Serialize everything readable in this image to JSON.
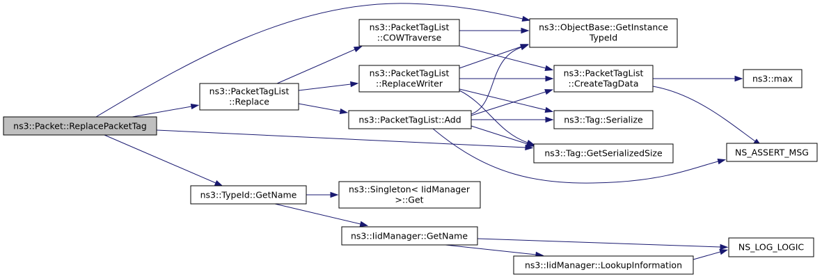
{
  "colors": {
    "node_fill": "#ffffff",
    "root_fill": "#bfbfbf",
    "node_border": "#000000",
    "edge": "#191970"
  },
  "nodes": {
    "replace_packet_tag": [
      "ns3::Packet::ReplacePacketTag"
    ],
    "ptl_replace": [
      "ns3::PacketTagList",
      "::Replace"
    ],
    "cow_traverse": [
      "ns3::PacketTagList",
      "::COWTraverse"
    ],
    "replace_writer": [
      "ns3::PacketTagList",
      "::ReplaceWriter"
    ],
    "ptl_add": [
      "ns3::PacketTagList::Add"
    ],
    "get_instance_typeid": [
      "ns3::ObjectBase::GetInstance",
      "TypeId"
    ],
    "create_tag_data": [
      "ns3::PacketTagList",
      "::CreateTagData"
    ],
    "tag_serialize": [
      "ns3::Tag::Serialize"
    ],
    "tag_get_serialized_size": [
      "ns3::Tag::GetSerializedSize"
    ],
    "ns3_max": [
      "ns3::max"
    ],
    "ns_assert_msg": [
      "NS_ASSERT_MSG"
    ],
    "typeid_get_name": [
      "ns3::TypeId::GetName"
    ],
    "singleton_get": [
      "ns3::Singleton< IidManager",
      ">::Get"
    ],
    "iidmanager_get_name": [
      "ns3::IidManager::GetName"
    ],
    "lookup_information": [
      "ns3::IidManager::LookupInformation"
    ],
    "ns_log_logic": [
      "NS_LOG_LOGIC"
    ]
  },
  "edges": [
    [
      "replace_packet_tag",
      "get_instance_typeid"
    ],
    [
      "replace_packet_tag",
      "ptl_replace"
    ],
    [
      "replace_packet_tag",
      "tag_get_serialized_size"
    ],
    [
      "replace_packet_tag",
      "typeid_get_name"
    ],
    [
      "ptl_replace",
      "cow_traverse"
    ],
    [
      "ptl_replace",
      "replace_writer"
    ],
    [
      "ptl_replace",
      "ptl_add"
    ],
    [
      "cow_traverse",
      "get_instance_typeid"
    ],
    [
      "cow_traverse",
      "create_tag_data"
    ],
    [
      "replace_writer",
      "get_instance_typeid"
    ],
    [
      "replace_writer",
      "create_tag_data"
    ],
    [
      "replace_writer",
      "tag_serialize"
    ],
    [
      "replace_writer",
      "tag_get_serialized_size"
    ],
    [
      "ptl_add",
      "get_instance_typeid"
    ],
    [
      "ptl_add",
      "create_tag_data"
    ],
    [
      "ptl_add",
      "tag_serialize"
    ],
    [
      "ptl_add",
      "tag_get_serialized_size"
    ],
    [
      "ptl_add",
      "ns_assert_msg"
    ],
    [
      "create_tag_data",
      "ns3_max"
    ],
    [
      "create_tag_data",
      "ns_assert_msg"
    ],
    [
      "typeid_get_name",
      "singleton_get"
    ],
    [
      "typeid_get_name",
      "iidmanager_get_name"
    ],
    [
      "iidmanager_get_name",
      "ns_log_logic"
    ],
    [
      "iidmanager_get_name",
      "lookup_information"
    ],
    [
      "lookup_information",
      "ns_log_logic"
    ]
  ]
}
